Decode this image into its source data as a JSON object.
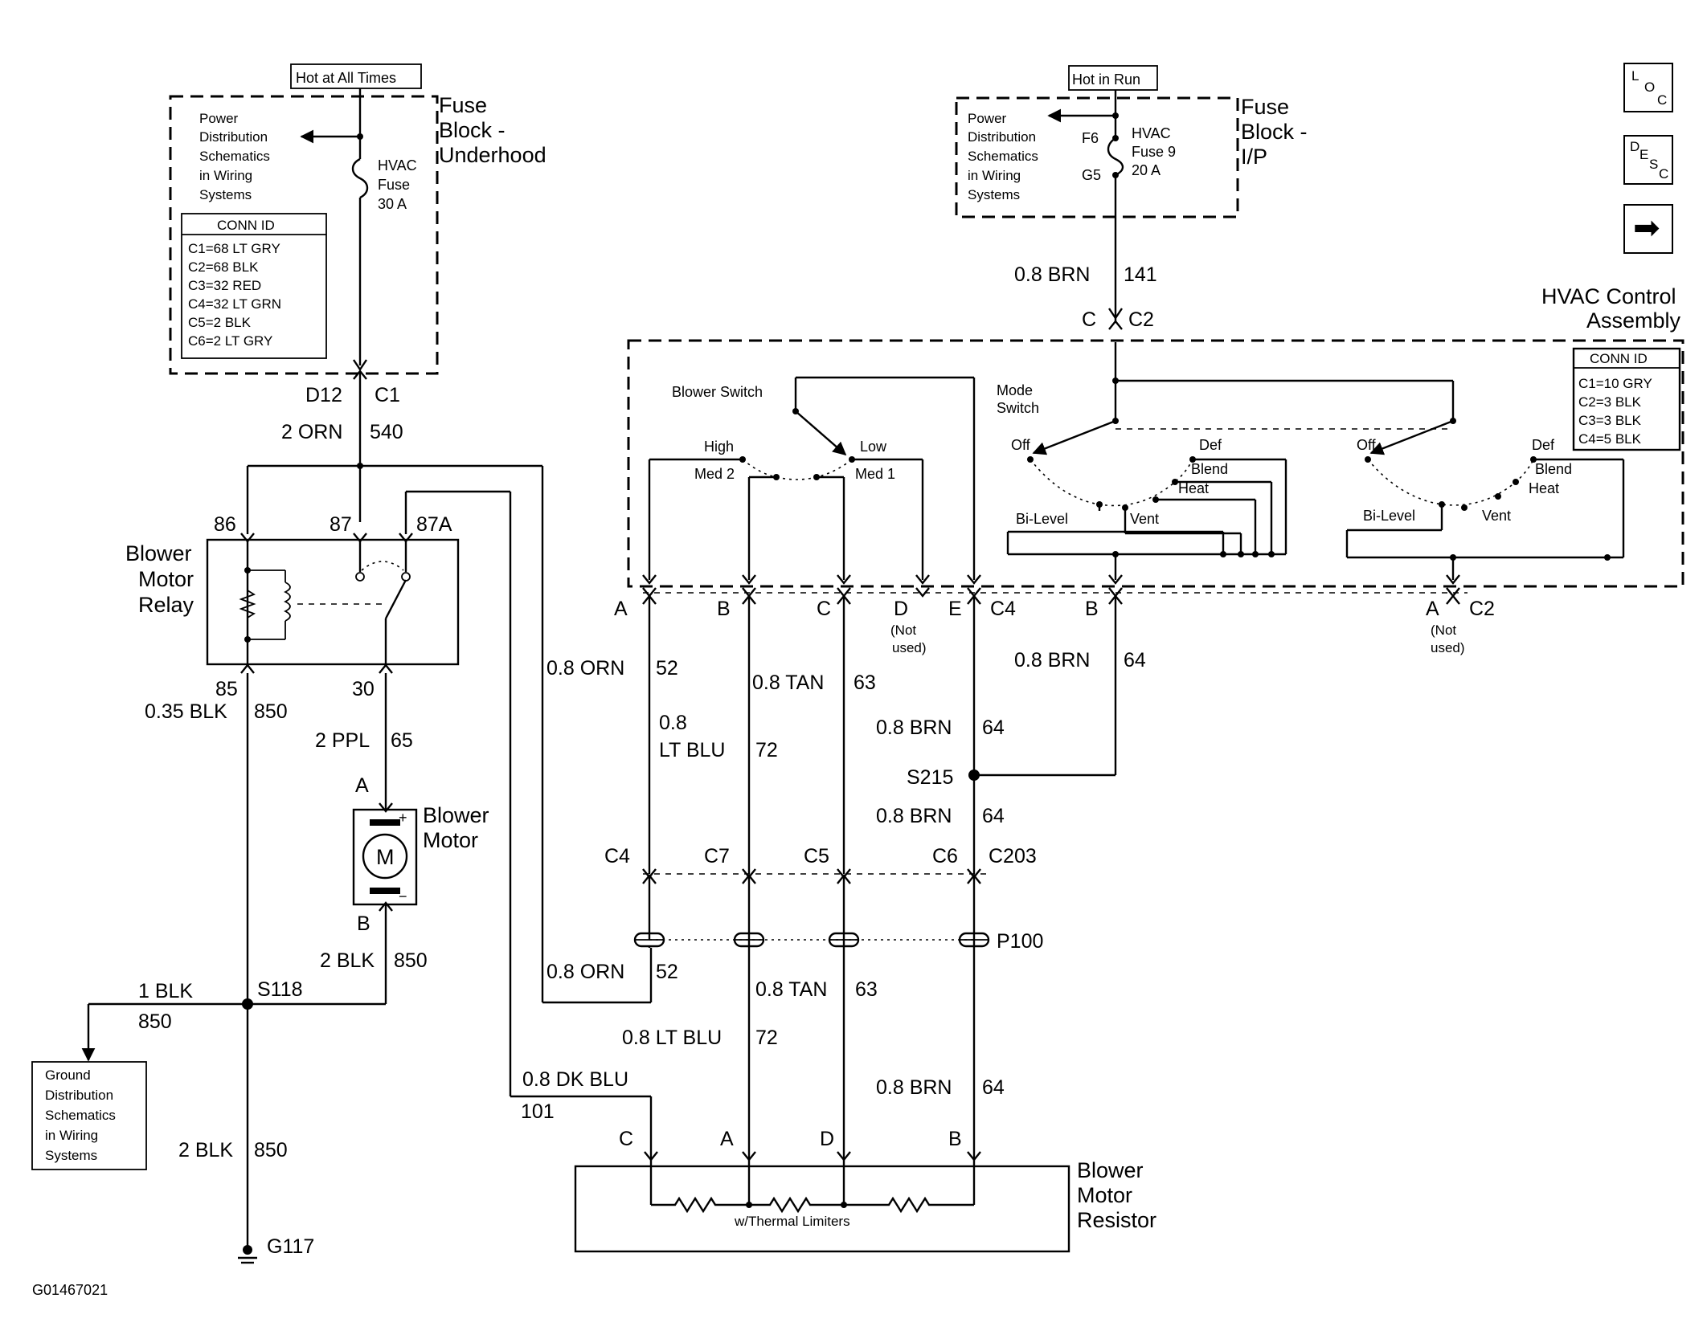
{
  "figure_id": "G01467021",
  "nav": {
    "loc": [
      "L",
      "O",
      "C"
    ],
    "desc": [
      "D",
      "E",
      "S",
      "C"
    ],
    "next_glyph": "➡"
  },
  "fuse_underhood": {
    "hot_label": "Hot at All Times",
    "title": [
      "Fuse",
      "Block -",
      "Underhood"
    ],
    "power_ref": [
      "Power",
      "Distribution",
      "Schematics",
      "in Wiring",
      "Systems"
    ],
    "fuse": [
      "HVAC",
      "Fuse",
      "30 A"
    ],
    "conn_title": "CONN ID",
    "conn_rows": [
      "C1=68 LT GRY",
      "C2=68 BLK",
      "C3=32 RED",
      "C4=32 LT GRN",
      "C5=2 BLK",
      "C6=2 LT GRY"
    ]
  },
  "fuse_ip": {
    "hot_label": "Hot in Run",
    "title": [
      "Fuse",
      "Block -",
      "I/P"
    ],
    "power_ref": [
      "Power",
      "Distribution",
      "Schematics",
      "in Wiring",
      "Systems"
    ],
    "pin_in": "F6",
    "pin_out": "G5",
    "fuse": [
      "HVAC",
      "Fuse 9",
      "20 A"
    ]
  },
  "hvac": {
    "title": [
      "HVAC Control",
      "Assembly"
    ],
    "conn_title": "CONN ID",
    "conn_rows": [
      "C1=10 GRY",
      "C2=3 BLK",
      "C3=3 BLK",
      "C4=5 BLK"
    ],
    "blower_switch": "Blower Switch",
    "mode_switch": [
      "Mode",
      "Switch"
    ],
    "blower_positions": {
      "high": "High",
      "low": "Low",
      "med2": "Med 2",
      "med1": "Med 1"
    },
    "mode_positions": {
      "off": "Off",
      "def": "Def",
      "blend": "Blend",
      "heat": "Heat",
      "vent": "Vent",
      "bilevel": "Bi-Level"
    },
    "not_used": [
      "(Not",
      "used)"
    ]
  },
  "relay": {
    "title": [
      "Blower",
      "Motor",
      "Relay"
    ],
    "pins": [
      "86",
      "87",
      "87A",
      "85",
      "30"
    ]
  },
  "motor": {
    "title": [
      "Blower",
      "Motor"
    ],
    "symbol": "M",
    "plus": "+",
    "minus": "−",
    "pin_a": "A",
    "pin_b": "B"
  },
  "resistor": {
    "title": [
      "Blower",
      "Motor",
      "Resistor"
    ],
    "note": "w/Thermal Limiters",
    "pins": [
      "C",
      "A",
      "D",
      "B"
    ]
  },
  "ground_ref": [
    "Ground",
    "Distribution",
    "Schematics",
    "in Wiring",
    "Systems"
  ],
  "connectors": {
    "d12": "D12",
    "c1": "C1",
    "c": "C",
    "c2": "C2",
    "hvac_pins": [
      "A",
      "B",
      "C",
      "D",
      "E"
    ],
    "c4": "C4",
    "b_pin": "B",
    "a_pin": "A",
    "c2b": "C2",
    "c203_pins": [
      "C4",
      "C7",
      "C5",
      "C6"
    ],
    "c203": "C203",
    "p100": "P100"
  },
  "splices": {
    "s215": "S215",
    "s118": "S118"
  },
  "ground": "G117",
  "wires": {
    "orn540": [
      "2 ORN",
      "540"
    ],
    "brn141": [
      "0.8 BRN",
      "141"
    ],
    "blk850_035": [
      "0.35 BLK",
      "850"
    ],
    "ppl65": [
      "2 PPL",
      "65"
    ],
    "blk850_2": [
      "2 BLK",
      "850"
    ],
    "blk850_1": [
      "1 BLK",
      "850"
    ],
    "blk850_2b": [
      "2 BLK",
      "850"
    ],
    "orn52_a": [
      "0.8 ORN",
      "52"
    ],
    "ltblu72_a": [
      "0.8",
      "LT BLU",
      "72"
    ],
    "tan63_a": [
      "0.8 TAN",
      "63"
    ],
    "brn64_a": [
      "0.8 BRN",
      "64"
    ],
    "brn64_top": [
      "0.8 BRN",
      "64"
    ],
    "brn64_b": [
      "0.8 BRN",
      "64"
    ],
    "orn52_b": [
      "0.8 ORN",
      "52"
    ],
    "tan63_b": [
      "0.8 TAN",
      "63"
    ],
    "ltblu72_b": [
      "0.8 LT BLU",
      "72"
    ],
    "dkblu101": [
      "0.8 DK BLU",
      "101"
    ],
    "brn64_c": [
      "0.8 BRN",
      "64"
    ]
  }
}
